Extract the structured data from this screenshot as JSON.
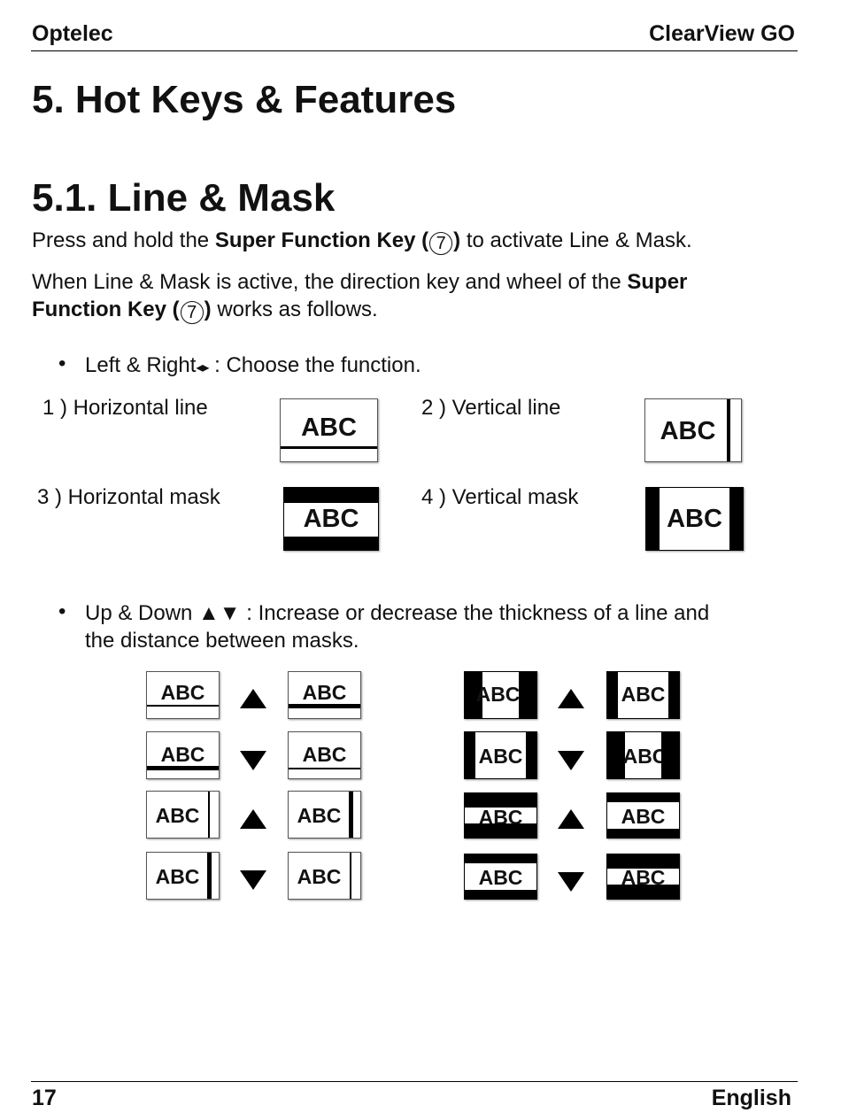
{
  "header": {
    "left": "Optelec",
    "right": "ClearView GO"
  },
  "chapter_title": "5. Hot Keys & Features",
  "section_title": "5.1. Line & Mask",
  "para1": {
    "pre": "Press and hold the ",
    "bold": "Super Function Key (",
    "key": "7",
    "bold_close": ")",
    "post": " to activate Line & Mask."
  },
  "para2": {
    "pre": "When Line & Mask is active, the direction key and wheel of the ",
    "bold1": "Super",
    "bold2": "Function Key (",
    "key": "7",
    "bold_close": ")",
    "post": " works as follows."
  },
  "bullet1": {
    "text": "Left & Right",
    "arrows": "◂▸",
    "rest": " :  Choose the function."
  },
  "options": [
    {
      "label": "1 ) Horizontal line"
    },
    {
      "label": "2 ) Vertical line"
    },
    {
      "label": "3 ) Horizontal mask"
    },
    {
      "label": "4 ) Vertical mask"
    }
  ],
  "bullet2": {
    "line1": "Up & Down ▲▼ : Increase or decrease the thickness of a line and",
    "line2": "the distance between masks."
  },
  "sample_text": "ABC",
  "footer": {
    "page": "17",
    "language": "English"
  }
}
